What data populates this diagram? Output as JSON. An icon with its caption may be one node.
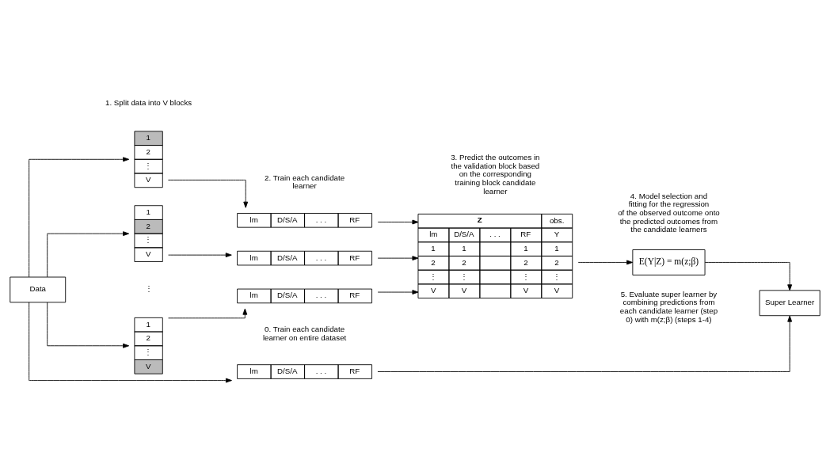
{
  "diagram": {
    "nodes": [
      {
        "text": [
          "Data"
        ]
      },
      {
        "text": [
          "1",
          "2",
          "⋮",
          "V"
        ]
      },
      {
        "text": [
          "1",
          "2",
          "⋮",
          "V"
        ]
      },
      {
        "text": [
          "1",
          "2",
          "⋮",
          "V"
        ]
      },
      {
        "text": [
          "lm",
          "D/S/A",
          ". . .",
          "RF"
        ]
      },
      {
        "text": [
          "lm",
          "D/S/A",
          ". . .",
          "RF"
        ]
      },
      {
        "text": [
          "lm",
          "D/S/A",
          ". . .",
          "RF"
        ]
      },
      {
        "text": [
          "Z",
          "obs.",
          "lm",
          "D/S/A",
          ". . .",
          "RF",
          "Y",
          "1",
          "1",
          "1",
          "1",
          "2",
          "2",
          "2",
          "2",
          "⋮",
          "⋮",
          "⋮",
          "⋮",
          "V",
          "V",
          "V",
          "V"
        ]
      },
      {
        "text": [
          "E(Y|Z) = m(z;β)"
        ]
      },
      {
        "text": [
          "lm",
          "D/S/A",
          ". . .",
          "RF"
        ]
      },
      {
        "text": [
          "Super Learner"
        ]
      }
    ],
    "edges": [
      {
        "from": 0,
        "to": 1,
        "arrow": "to"
      },
      {
        "from": 0,
        "to": 2,
        "arrow": "to"
      },
      {
        "from": 0,
        "to": 3,
        "arrow": "to"
      },
      {
        "from": 1,
        "to": 4,
        "arrow": "to"
      },
      {
        "from": 2,
        "to": 5,
        "arrow": "to"
      },
      {
        "from": 3,
        "to": 6,
        "arrow": "to"
      },
      {
        "from": 4,
        "to": 7,
        "arrow": "to"
      },
      {
        "from": 5,
        "to": 7,
        "arrow": "to"
      },
      {
        "from": 6,
        "to": 7,
        "arrow": "to"
      },
      {
        "from": 7,
        "to": 8,
        "arrow": "to"
      },
      {
        "from": 0,
        "to": 9,
        "arrow": "to"
      },
      {
        "from": 8,
        "to": 10,
        "arrow": "to"
      },
      {
        "from": 9,
        "to": 10,
        "arrow": "to"
      }
    ],
    "labels": [
      "1. Split data into V blocks",
      "2. Train each candidate learner",
      "3. Predict the outcomes in the validation block based on the corresponding training block candidate learner",
      "4. Model selection and fitting for the regression of the observed outcome onto the predicted outcomes from the candidate learners",
      "⋮",
      "5. Evaluate super learner by combining predictions from each candidate learner (step 0) with m(z;β) (steps 1-4)",
      "0. Train each candidate learner on entire dataset"
    ]
  }
}
